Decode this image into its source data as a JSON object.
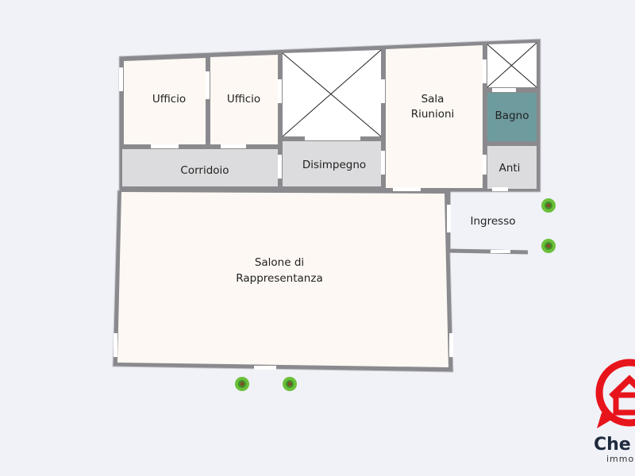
{
  "rooms": {
    "ufficio_1": "Ufficio",
    "ufficio_2": "Ufficio",
    "sala_riunioni_line1": "Sala",
    "sala_riunioni_line2": "Riunioni",
    "bagno": "Bagno",
    "anti": "Anti",
    "corridoio": "Corridoio",
    "disimpegno": "Disimpegno",
    "ingresso": "Ingresso",
    "salone_line1": "Salone di",
    "salone_line2": "Rappresentanza"
  },
  "logo": {
    "name": "Che C",
    "subtitle": "immob",
    "color": "#e8141b"
  },
  "colors": {
    "background": "#f0f2f8",
    "room": "#fdf8f3",
    "service": "#dcdcde",
    "bagno": "#6e9b9e",
    "wall": "#8a8a8e"
  }
}
